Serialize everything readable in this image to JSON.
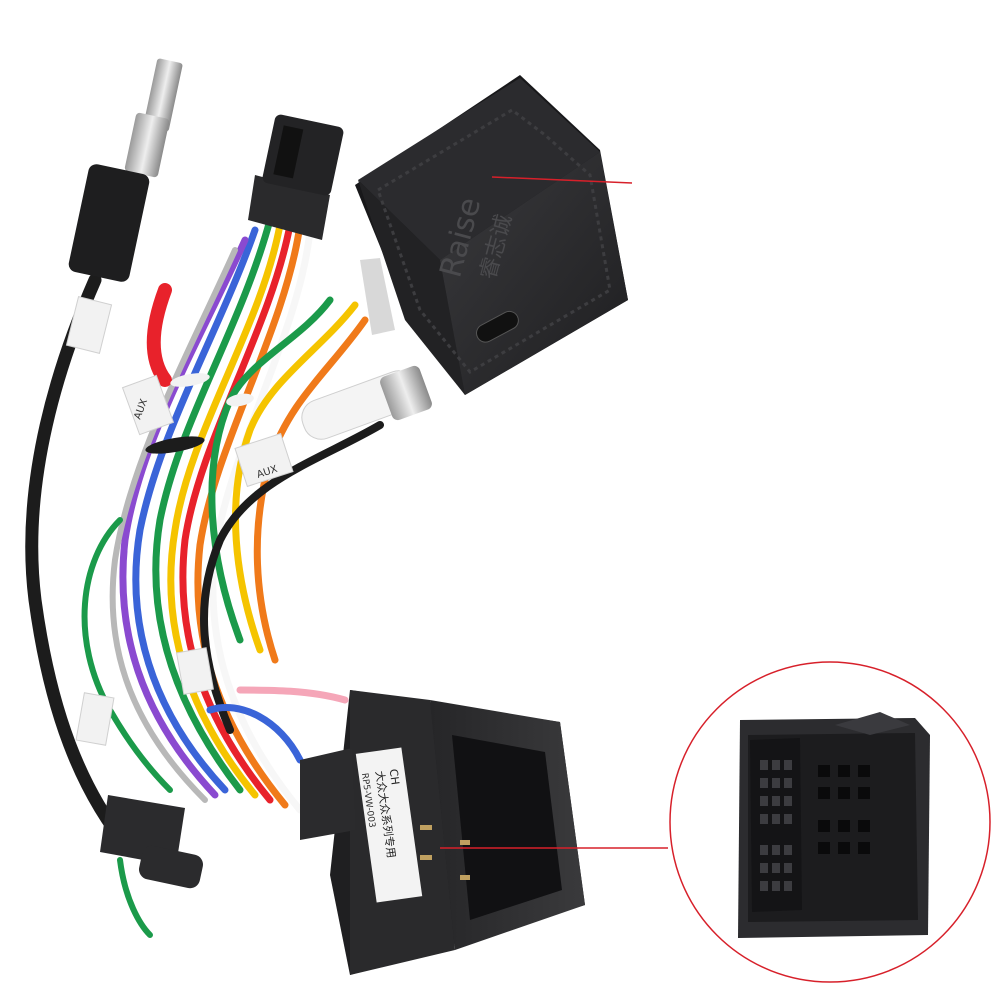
{
  "product": {
    "module_brand": "Raise",
    "module_brand_cn": "睿志诚",
    "aux_label": "AUX",
    "aux_label_2": "AUX",
    "connector_tag": "CH",
    "connector_text_cn": "大众大众系列专用",
    "connector_part_no": "RP5-VW-003"
  },
  "colors": {
    "background": "#ffffff",
    "plastic_black": "#2a2a2c",
    "callout_red": "#d7202a"
  },
  "wire_colors": [
    "#1a1a1a",
    "#e8222b",
    "#f5c400",
    "#1b9a4a",
    "#3a64d8",
    "#f07a1a",
    "#8a4ad0",
    "#f7f7f7",
    "#f5a6b8",
    "#b8b8b8",
    "#7a4a2a"
  ]
}
